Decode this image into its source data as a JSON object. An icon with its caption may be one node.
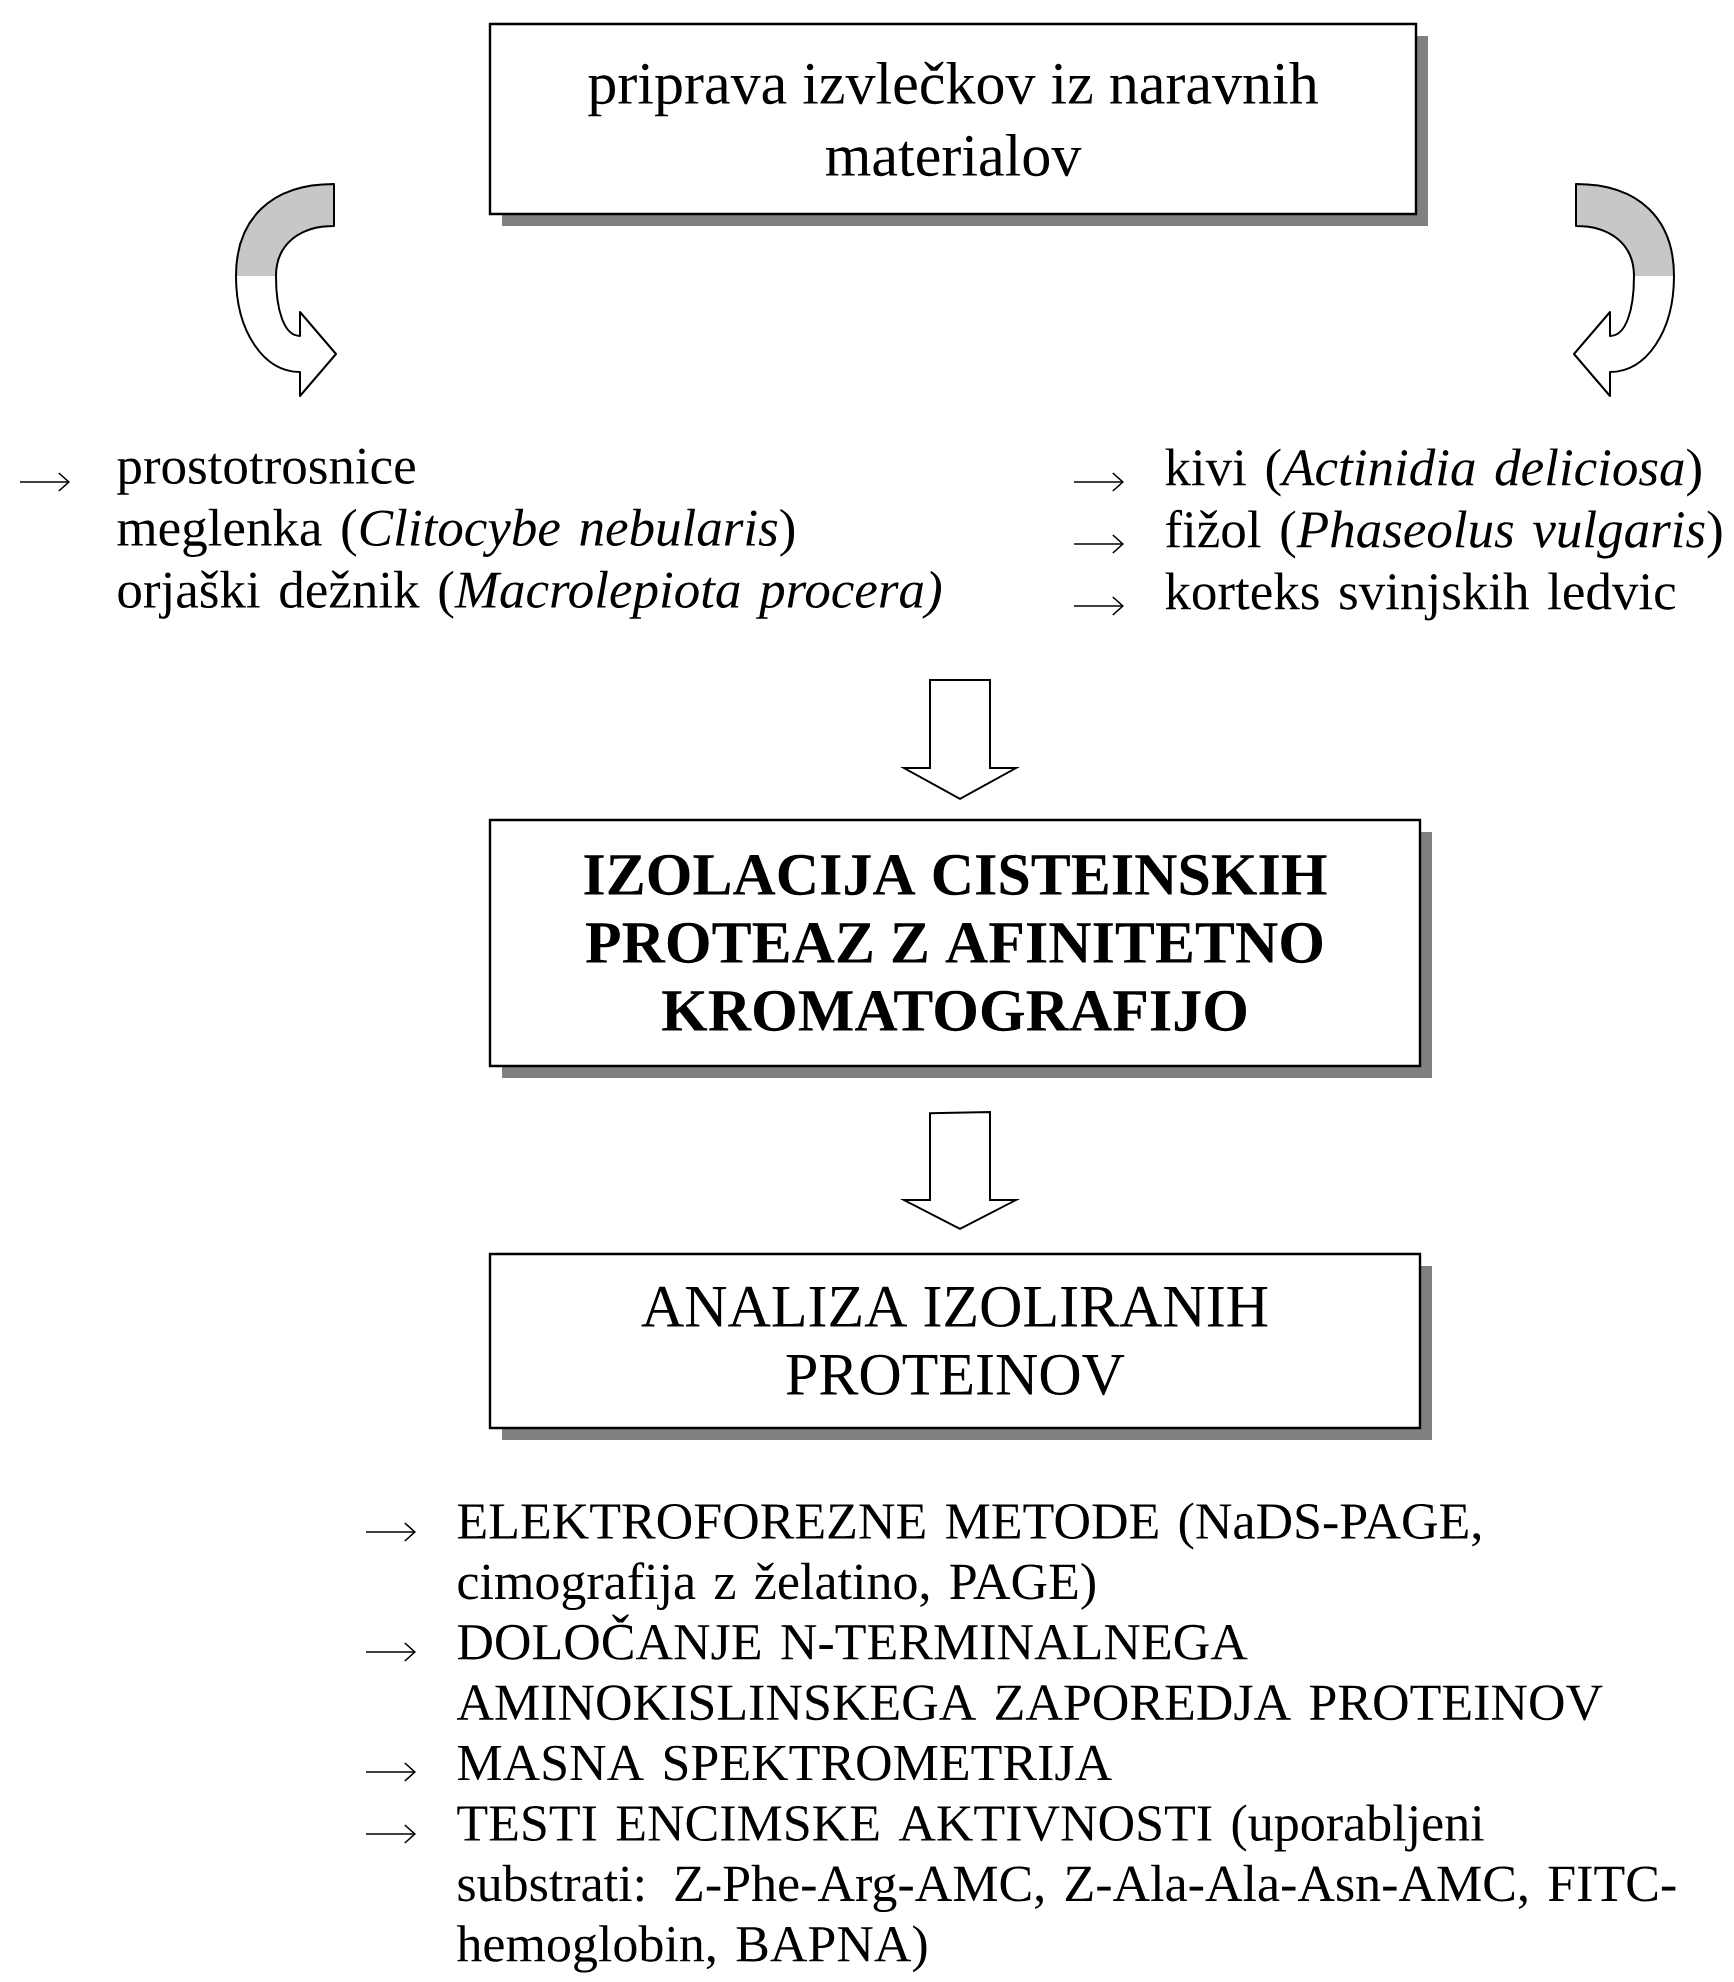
{
  "diagram": {
    "nodes": [
      {
        "text": [
          "priprava izvlečkov iz naravnih materialov"
        ]
      },
      {
        "text": [
          "prostotrosnice",
          "meglenka (*Clitocybe nebularis*)",
          "orjaški dežnik (*Macrolepiota procera)*"
        ]
      },
      {
        "text": [
          "kivi (*Actinidia deliciosa*)",
          "fižol (*Phaseolus vulgaris*)",
          "korteks svinjskih ledvic"
        ]
      },
      {
        "text": [
          "IZOLACIJA CISTEINSKIH PROTEAZ Z AFINITETNO KROMATOGRAFIJO"
        ]
      },
      {
        "text": [
          "ANALIZA IZOLIRANIH PROTEINOV"
        ]
      },
      {
        "text": [
          "ELEKTROFOREZNE METODE (NaDS-PAGE, cimografija z želatino, PAGE)",
          "DOLOČANJE N-TERMINALNEGA AMINOKISLINSKEGA ZAPOREDJA PROTEINOV",
          "MASNA SPEKTROMETRIJA",
          "TESTI ENCIMSKE AKTIVNOSTI (uporabljeni substrati: Z-Phe-Arg-AMC, Z-Ala-Ala-Asn-AMC, FITC-hemoglobin, BAPNA)"
        ]
      }
    ],
    "edges": [
      {
        "from": null,
        "to": 1,
        "arrow": "to"
      },
      {
        "from": null,
        "to": 2,
        "arrow": "to"
      },
      {
        "from": null,
        "to": 3,
        "arrow": "to"
      },
      {
        "from": 3,
        "to": 4,
        "arrow": "to"
      }
    ]
  }
}
